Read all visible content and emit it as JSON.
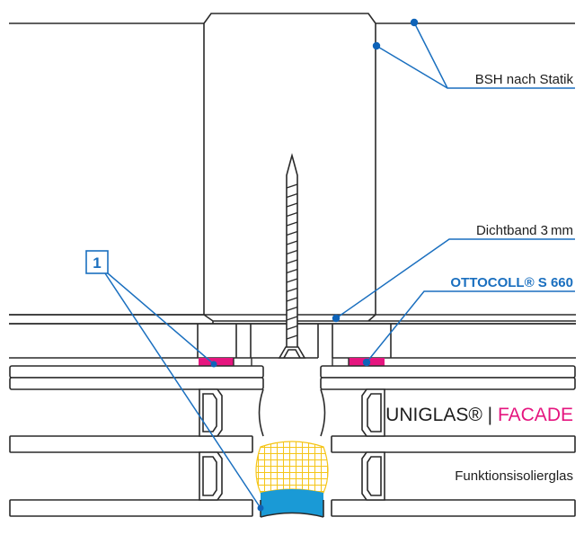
{
  "diagram": {
    "labels": {
      "bsh": "BSH nach Statik",
      "dichtband": "Dichtband 3 mm",
      "ottocoll": "OTTOCOLL® S 660",
      "brand_left": "UNIGLAS® | ",
      "brand_right": "FACADE",
      "funktion": "Funktionsisolierglas",
      "marker_1": "1"
    },
    "colors": {
      "leader": "#1a6fbf",
      "adhesive_tape": "#e5157f",
      "backer_rod": "#f5c518",
      "sealant": "#1a9ad6",
      "brand_accent": "#e5157f"
    }
  }
}
